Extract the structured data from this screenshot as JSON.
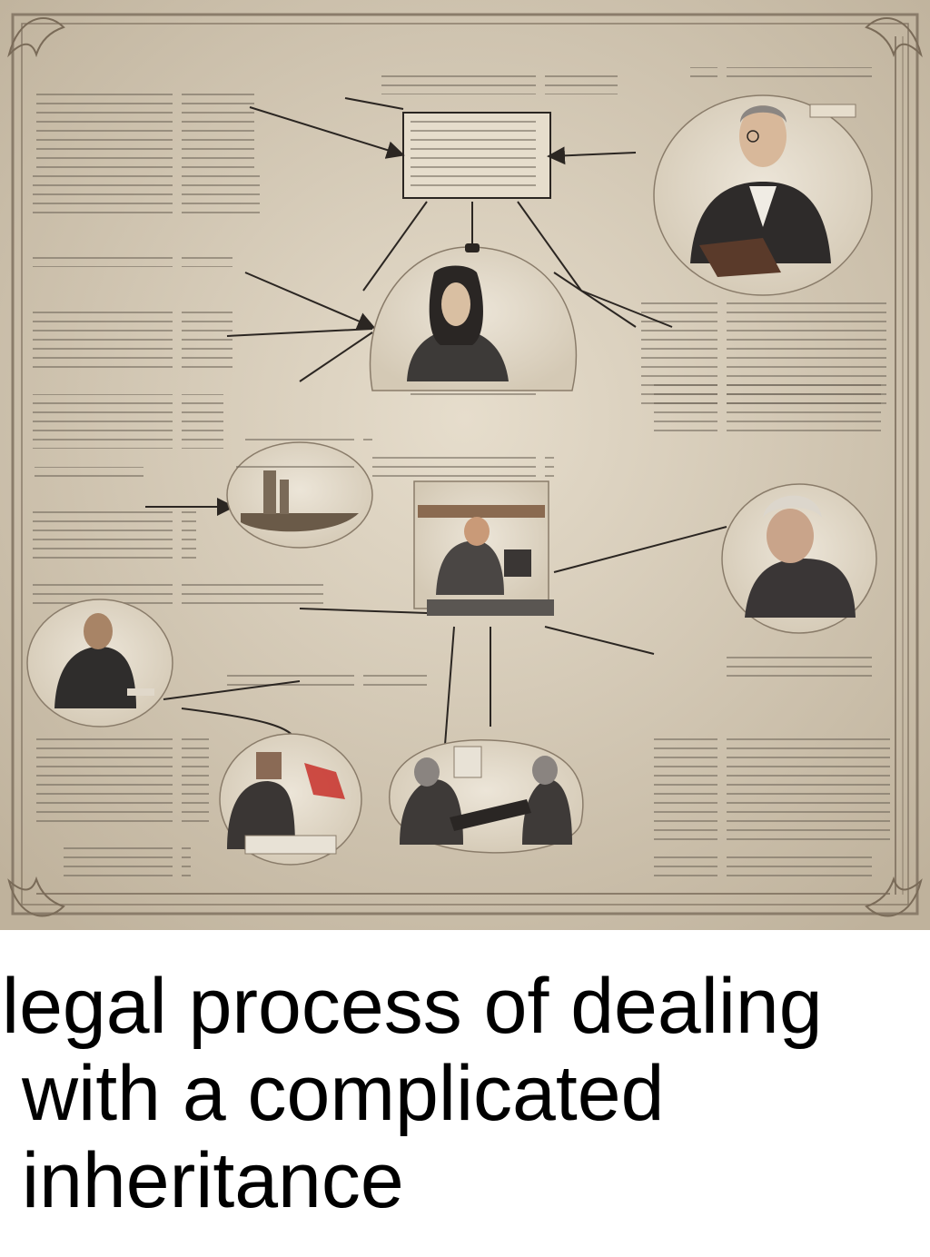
{
  "caption": {
    "lines": [
      "legal process of dealing",
      "with a complicated",
      "inheritance"
    ]
  },
  "palette": {
    "paper": "#d9cfbd",
    "ink": "#2b2622",
    "frame": "#8a7c6a",
    "accent_red": "#c8302a"
  }
}
